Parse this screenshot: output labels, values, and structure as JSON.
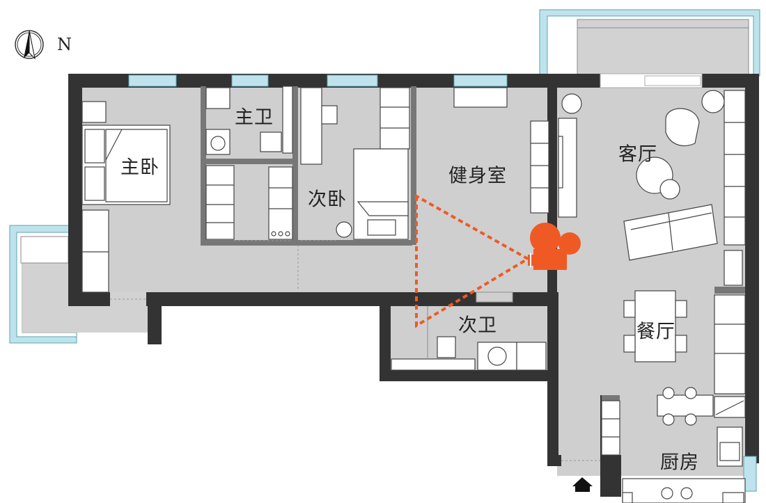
{
  "compass": {
    "label": "N",
    "icon": "north-arrow-icon"
  },
  "rooms": {
    "master_bedroom": "主卧",
    "master_bath": "主卫",
    "second_bedroom": "次卧",
    "gym": "健身室",
    "living_room": "客厅",
    "second_bath": "次卫",
    "dining_room": "餐厅",
    "kitchen": "厨房"
  },
  "camera": {
    "icon": "camera-icon",
    "color": "#ef5a24"
  },
  "entrance": {
    "icon": "entrance-arrow-icon"
  },
  "colors": {
    "wall": "#333333",
    "floor": "#cfcfcf",
    "window": "#bfe3ec",
    "furniture": "#ffffff",
    "accent": "#ef5a24"
  }
}
